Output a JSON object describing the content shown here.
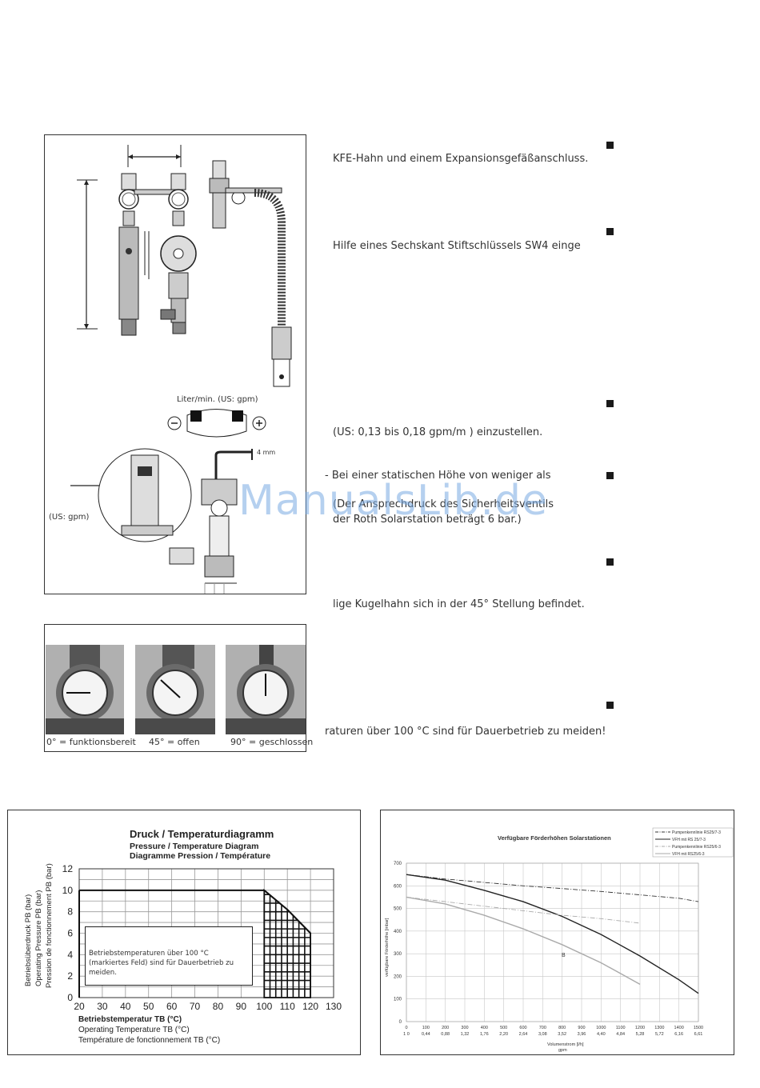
{
  "diagram1": {
    "label_flow": "Liter/min. (US: gpm)",
    "label_us": "(US: gpm)",
    "label_4mm": "4 mm",
    "minus": "–",
    "plus": "+"
  },
  "gauges": {
    "items": [
      {
        "caption": "0° = funktionsbereit"
      },
      {
        "caption": "45° = offen"
      },
      {
        "caption": "90° = geschlossen"
      }
    ]
  },
  "text_blocks": {
    "t1": "KFE-Hahn und einem Expansionsgefäßanschluss.",
    "t2": "Hilfe eines Sechskant Stiftschlüssels SW4 einge",
    "t3": "(US: 0,13 bis 0,18 gpm/m ) einzustellen.",
    "t4": "- Bei einer statischen Höhe von weniger als",
    "t5a": "(Der Ansprechdruck des Sicherheitsventils",
    "t5b": "der Roth Solarstation beträgt 6 bar.)",
    "t6": "lige Kugelhahn sich in der 45° Stellung befindet.",
    "t7": "raturen über 100 °C sind für Dauerbetrieb zu meiden!"
  },
  "watermark": "ManualsLib.de",
  "pt_chart": {
    "title": "Druck / Temperaturdiagramm",
    "subtitle_en": "Pressure / Temperature Diagram",
    "subtitle_fr": "Diagramme Pression / Température",
    "ylabel_de": "Betriebsüberdruck PB (bar)",
    "ylabel_en": "Operating Pressure PB (bar)",
    "ylabel_fr": "Pression de fonctionnement PB (bar)",
    "xlabel_de": "Betriebstemperatur TB (°C)",
    "xlabel_en": "Operating Temperature TB (°C)",
    "xlabel_fr": "Température de fonctionnement TB (°C)",
    "note": "Betriebstemperaturen über 100 °C (markiertes Feld) sind für Dauerbetrieb zu meiden."
  },
  "chart_data": [
    {
      "type": "area",
      "title": "Druck / Temperaturdiagramm",
      "xlabel": "Betriebstemperatur TB (°C)",
      "ylabel": "Betriebsüberdruck PB (bar)",
      "xlim": [
        20,
        130
      ],
      "ylim": [
        0,
        12
      ],
      "xticks": [
        20,
        30,
        40,
        50,
        60,
        70,
        80,
        90,
        100,
        110,
        120,
        130
      ],
      "yticks": [
        0,
        2,
        4,
        6,
        8,
        10,
        12
      ],
      "grid": true,
      "series": [
        {
          "x": [
            20,
            30,
            40,
            50,
            60,
            70,
            80,
            90,
            100,
            110,
            120
          ],
          "values": [
            10,
            10,
            10,
            10,
            10,
            10,
            10,
            10,
            10,
            8.2,
            6
          ]
        }
      ],
      "hatched_region_x": [
        100,
        120
      ]
    },
    {
      "type": "line",
      "title": "Verfügbare Förderhöhen Solarstationen",
      "xlabel": "Volumenstrom [l/h]",
      "xlabel2": "gpm",
      "ylabel": "verfügbare Förderhöhe [mbar]",
      "xlim": [
        0,
        1500
      ],
      "ylim": [
        0,
        700
      ],
      "xticks": [
        0,
        100,
        200,
        300,
        400,
        500,
        600,
        700,
        800,
        900,
        1000,
        1100,
        1200,
        1300,
        1400,
        1500
      ],
      "xticks_gpm": [
        "1 0",
        "0,44",
        "0,88",
        "1,32",
        "1,76",
        "2,20",
        "2,64",
        "3,08",
        "3,52",
        "3,96",
        "4,40",
        "4,84",
        "5,28",
        "5,72",
        "6,16",
        "6,61"
      ],
      "yticks": [
        0,
        100,
        200,
        300,
        400,
        500,
        600,
        700
      ],
      "grid": true,
      "legend": "top-right",
      "annotation": "B",
      "series": [
        {
          "name": "Pumpenkennlinie RS25/7-3",
          "style": "dashdot",
          "color": "#333333",
          "x": [
            0,
            200,
            400,
            600,
            800,
            1000,
            1200,
            1400,
            1500
          ],
          "values": [
            650,
            630,
            615,
            600,
            588,
            575,
            560,
            545,
            530
          ]
        },
        {
          "name": "VFH mit RS 25/7-3",
          "style": "solid",
          "color": "#222222",
          "x": [
            0,
            200,
            400,
            600,
            800,
            1000,
            1200,
            1400,
            1500
          ],
          "values": [
            650,
            625,
            580,
            530,
            465,
            385,
            290,
            185,
            125
          ]
        },
        {
          "name": "Pumpenkennlinie RS25/6-3",
          "style": "dashdot",
          "color": "#aaaaaa",
          "x": [
            0,
            200,
            400,
            600,
            800,
            1000,
            1200
          ],
          "values": [
            550,
            530,
            510,
            490,
            470,
            455,
            435
          ]
        },
        {
          "name": "VFH mit RS25/6-3",
          "style": "solid",
          "color": "#aaaaaa",
          "x": [
            0,
            200,
            400,
            600,
            800,
            1000,
            1200
          ],
          "values": [
            550,
            520,
            470,
            410,
            340,
            260,
            165
          ]
        }
      ]
    }
  ]
}
